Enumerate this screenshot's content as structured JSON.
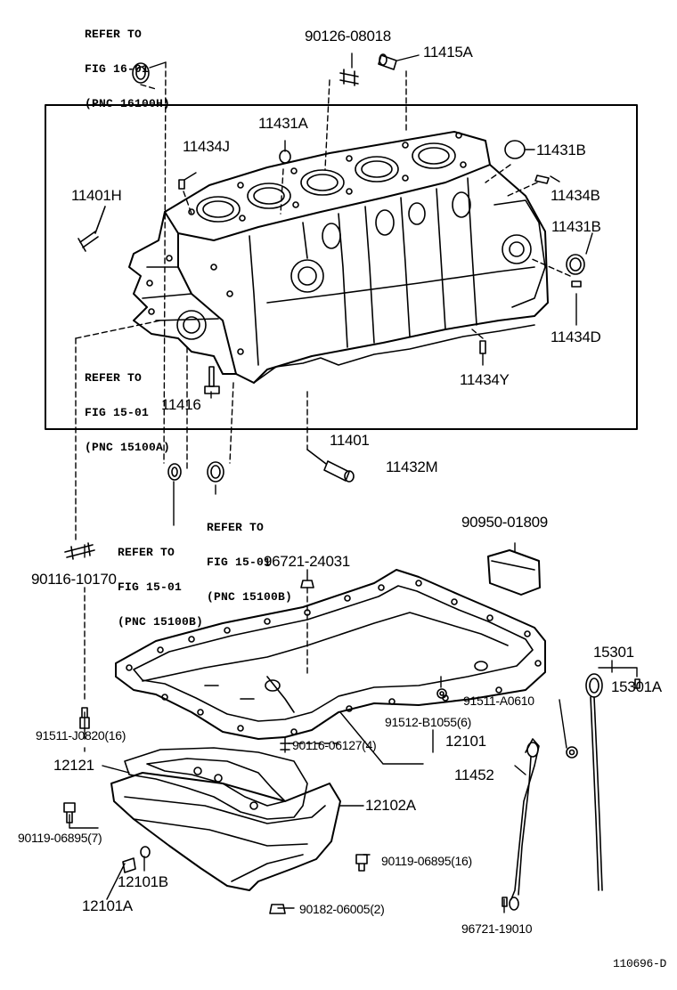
{
  "refs": {
    "ref_16_01": [
      "REFER TO",
      "FIG 16-01",
      "(PNC 16100H)"
    ],
    "ref_15_01_a": [
      "REFER TO",
      "FIG 15-01",
      "(PNC 15100A)"
    ],
    "ref_15_01_b_right": [
      "REFER TO",
      "FIG 15-01",
      "(PNC 15100B)"
    ],
    "ref_15_01_b_left": [
      "REFER TO",
      "FIG 15-01",
      "(PNC 15100B)"
    ]
  },
  "labels": {
    "p90126_08018": "90126-08018",
    "p11415A": "11415A",
    "p11431A": "11431A",
    "p11434J": "11434J",
    "p11431B_top": "11431B",
    "p11434B": "11434B",
    "p11431B_mid": "11431B",
    "p11401H": "11401H",
    "p11434D": "11434D",
    "p11434Y": "11434Y",
    "p11416": "11416",
    "p11401": "11401",
    "p11432M": "11432M",
    "p90950_01809": "90950-01809",
    "p96721_24031": "96721-24031",
    "p90116_10170": "90116-10170",
    "p15301": "15301",
    "p15301A": "15301A",
    "p91511_A0610": "91511-A0610",
    "p91512_B1055": "91512-B1055(6)",
    "p91511_J0820": "91511-J0820(16)",
    "p90116_06127": "90116-06127(4)",
    "p12101": "12101",
    "p12121": "12121",
    "p11452": "11452",
    "p12102A": "12102A",
    "p90119_06895_7": "90119-06895(7)",
    "p90119_06895_16": "90119-06895(16)",
    "p12101B": "12101B",
    "p12101A": "12101A",
    "p90182_06005": "90182-06005(2)",
    "p96721_19010": "96721-19010",
    "figure_code": "110696-D"
  }
}
